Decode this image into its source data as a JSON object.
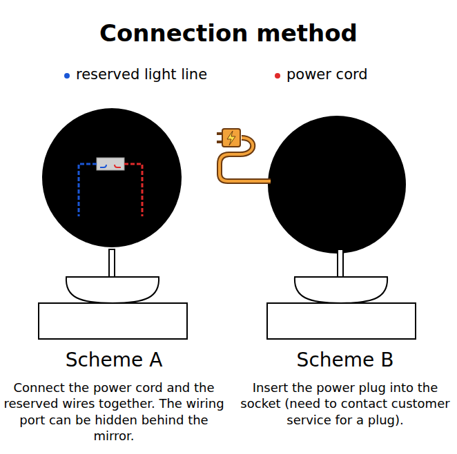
{
  "diagram": {
    "title": "Connection method",
    "labels": [
      "Scheme A",
      "Connect the power cord and the reserved wires together. The wiring port can be hidden behind the mirror.",
      "Scheme B",
      "Insert the power plug into the socket (need to contact customer service for a plug)."
    ],
    "legend": [
      {
        "text": "reserved light line",
        "color": "#1a56d6"
      },
      {
        "text": "power cord",
        "color": "#e02a2a"
      }
    ]
  }
}
